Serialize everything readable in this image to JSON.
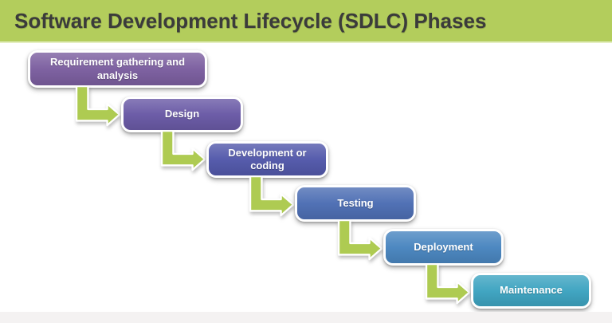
{
  "header": {
    "title": "Software Development Lifecycle (SDLC) Phases",
    "background": "#b3cd5c",
    "text_color": "#3b3b3b"
  },
  "diagram": {
    "type": "waterfall-flowchart",
    "arrow_color": "#aecb52",
    "phases": [
      {
        "label": "Requirement gathering and analysis",
        "color": "#7c5fa0"
      },
      {
        "label": "Design",
        "color": "#6a5aa6"
      },
      {
        "label": "Development or coding",
        "color": "#5359ab"
      },
      {
        "label": "Testing",
        "color": "#4e6fb4"
      },
      {
        "label": "Deployment",
        "color": "#4a86c0"
      },
      {
        "label": "Maintenance",
        "color": "#3ea4c1"
      }
    ]
  },
  "footer": {
    "strip_color": "#f4f2f2"
  }
}
